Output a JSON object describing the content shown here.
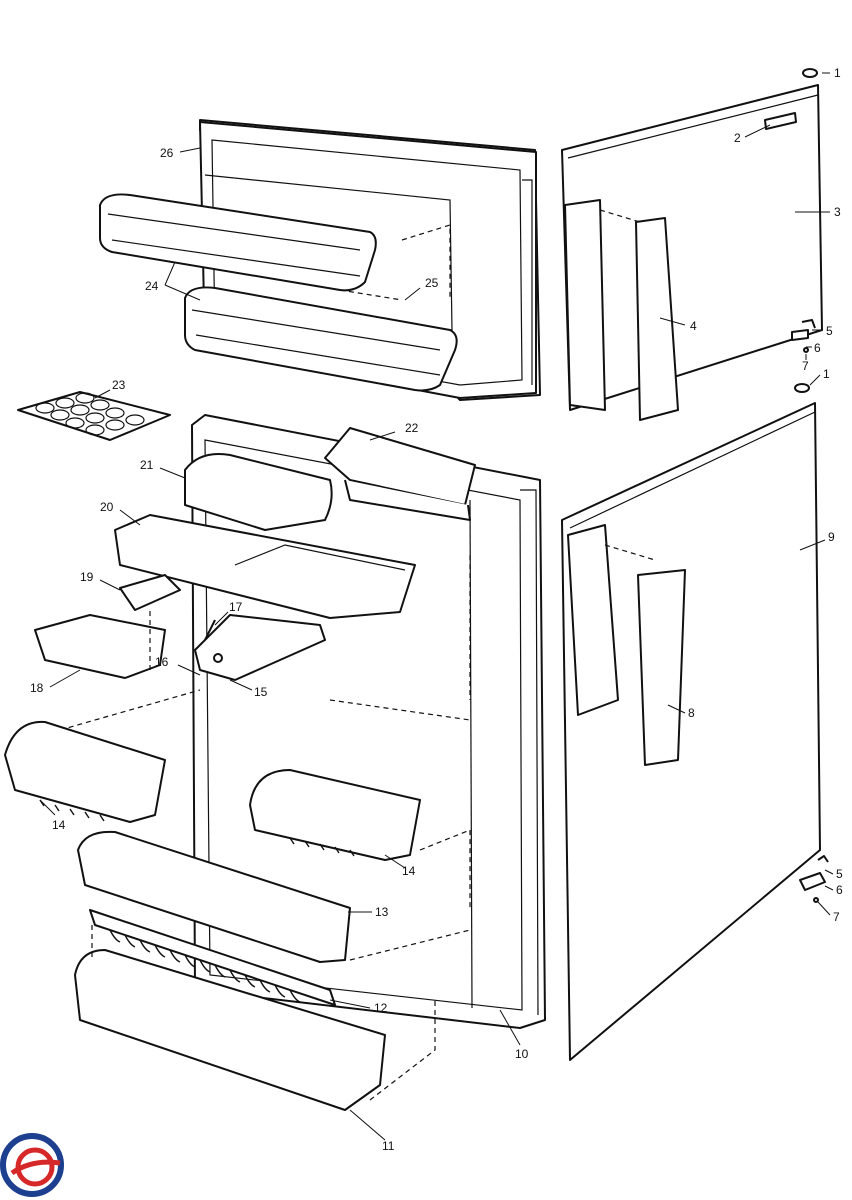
{
  "callouts": [
    {
      "id": "c1a",
      "text": "1"
    },
    {
      "id": "c2",
      "text": "2"
    },
    {
      "id": "c3",
      "text": "3"
    },
    {
      "id": "c4",
      "text": "4"
    },
    {
      "id": "c5a",
      "text": "5"
    },
    {
      "id": "c6a",
      "text": "6"
    },
    {
      "id": "c7a",
      "text": "7"
    },
    {
      "id": "c1b",
      "text": "1"
    },
    {
      "id": "c9",
      "text": "9"
    },
    {
      "id": "c8",
      "text": "8"
    },
    {
      "id": "c5b",
      "text": "5"
    },
    {
      "id": "c6b",
      "text": "6"
    },
    {
      "id": "c7b",
      "text": "7"
    },
    {
      "id": "c10",
      "text": "10"
    },
    {
      "id": "c11",
      "text": "11"
    },
    {
      "id": "c12",
      "text": "12"
    },
    {
      "id": "c13",
      "text": "13"
    },
    {
      "id": "c14a",
      "text": "14"
    },
    {
      "id": "c14b",
      "text": "14"
    },
    {
      "id": "c15",
      "text": "15"
    },
    {
      "id": "c16",
      "text": "16"
    },
    {
      "id": "c17",
      "text": "17"
    },
    {
      "id": "c18",
      "text": "18"
    },
    {
      "id": "c19",
      "text": "19"
    },
    {
      "id": "c20",
      "text": "20"
    },
    {
      "id": "c21",
      "text": "21"
    },
    {
      "id": "c22",
      "text": "22"
    },
    {
      "id": "c23",
      "text": "23"
    },
    {
      "id": "c24",
      "text": "24"
    },
    {
      "id": "c25",
      "text": "25"
    },
    {
      "id": "c26",
      "text": "26"
    }
  ],
  "logo": {
    "colors": [
      "#1d3f8f",
      "#d62828"
    ]
  }
}
